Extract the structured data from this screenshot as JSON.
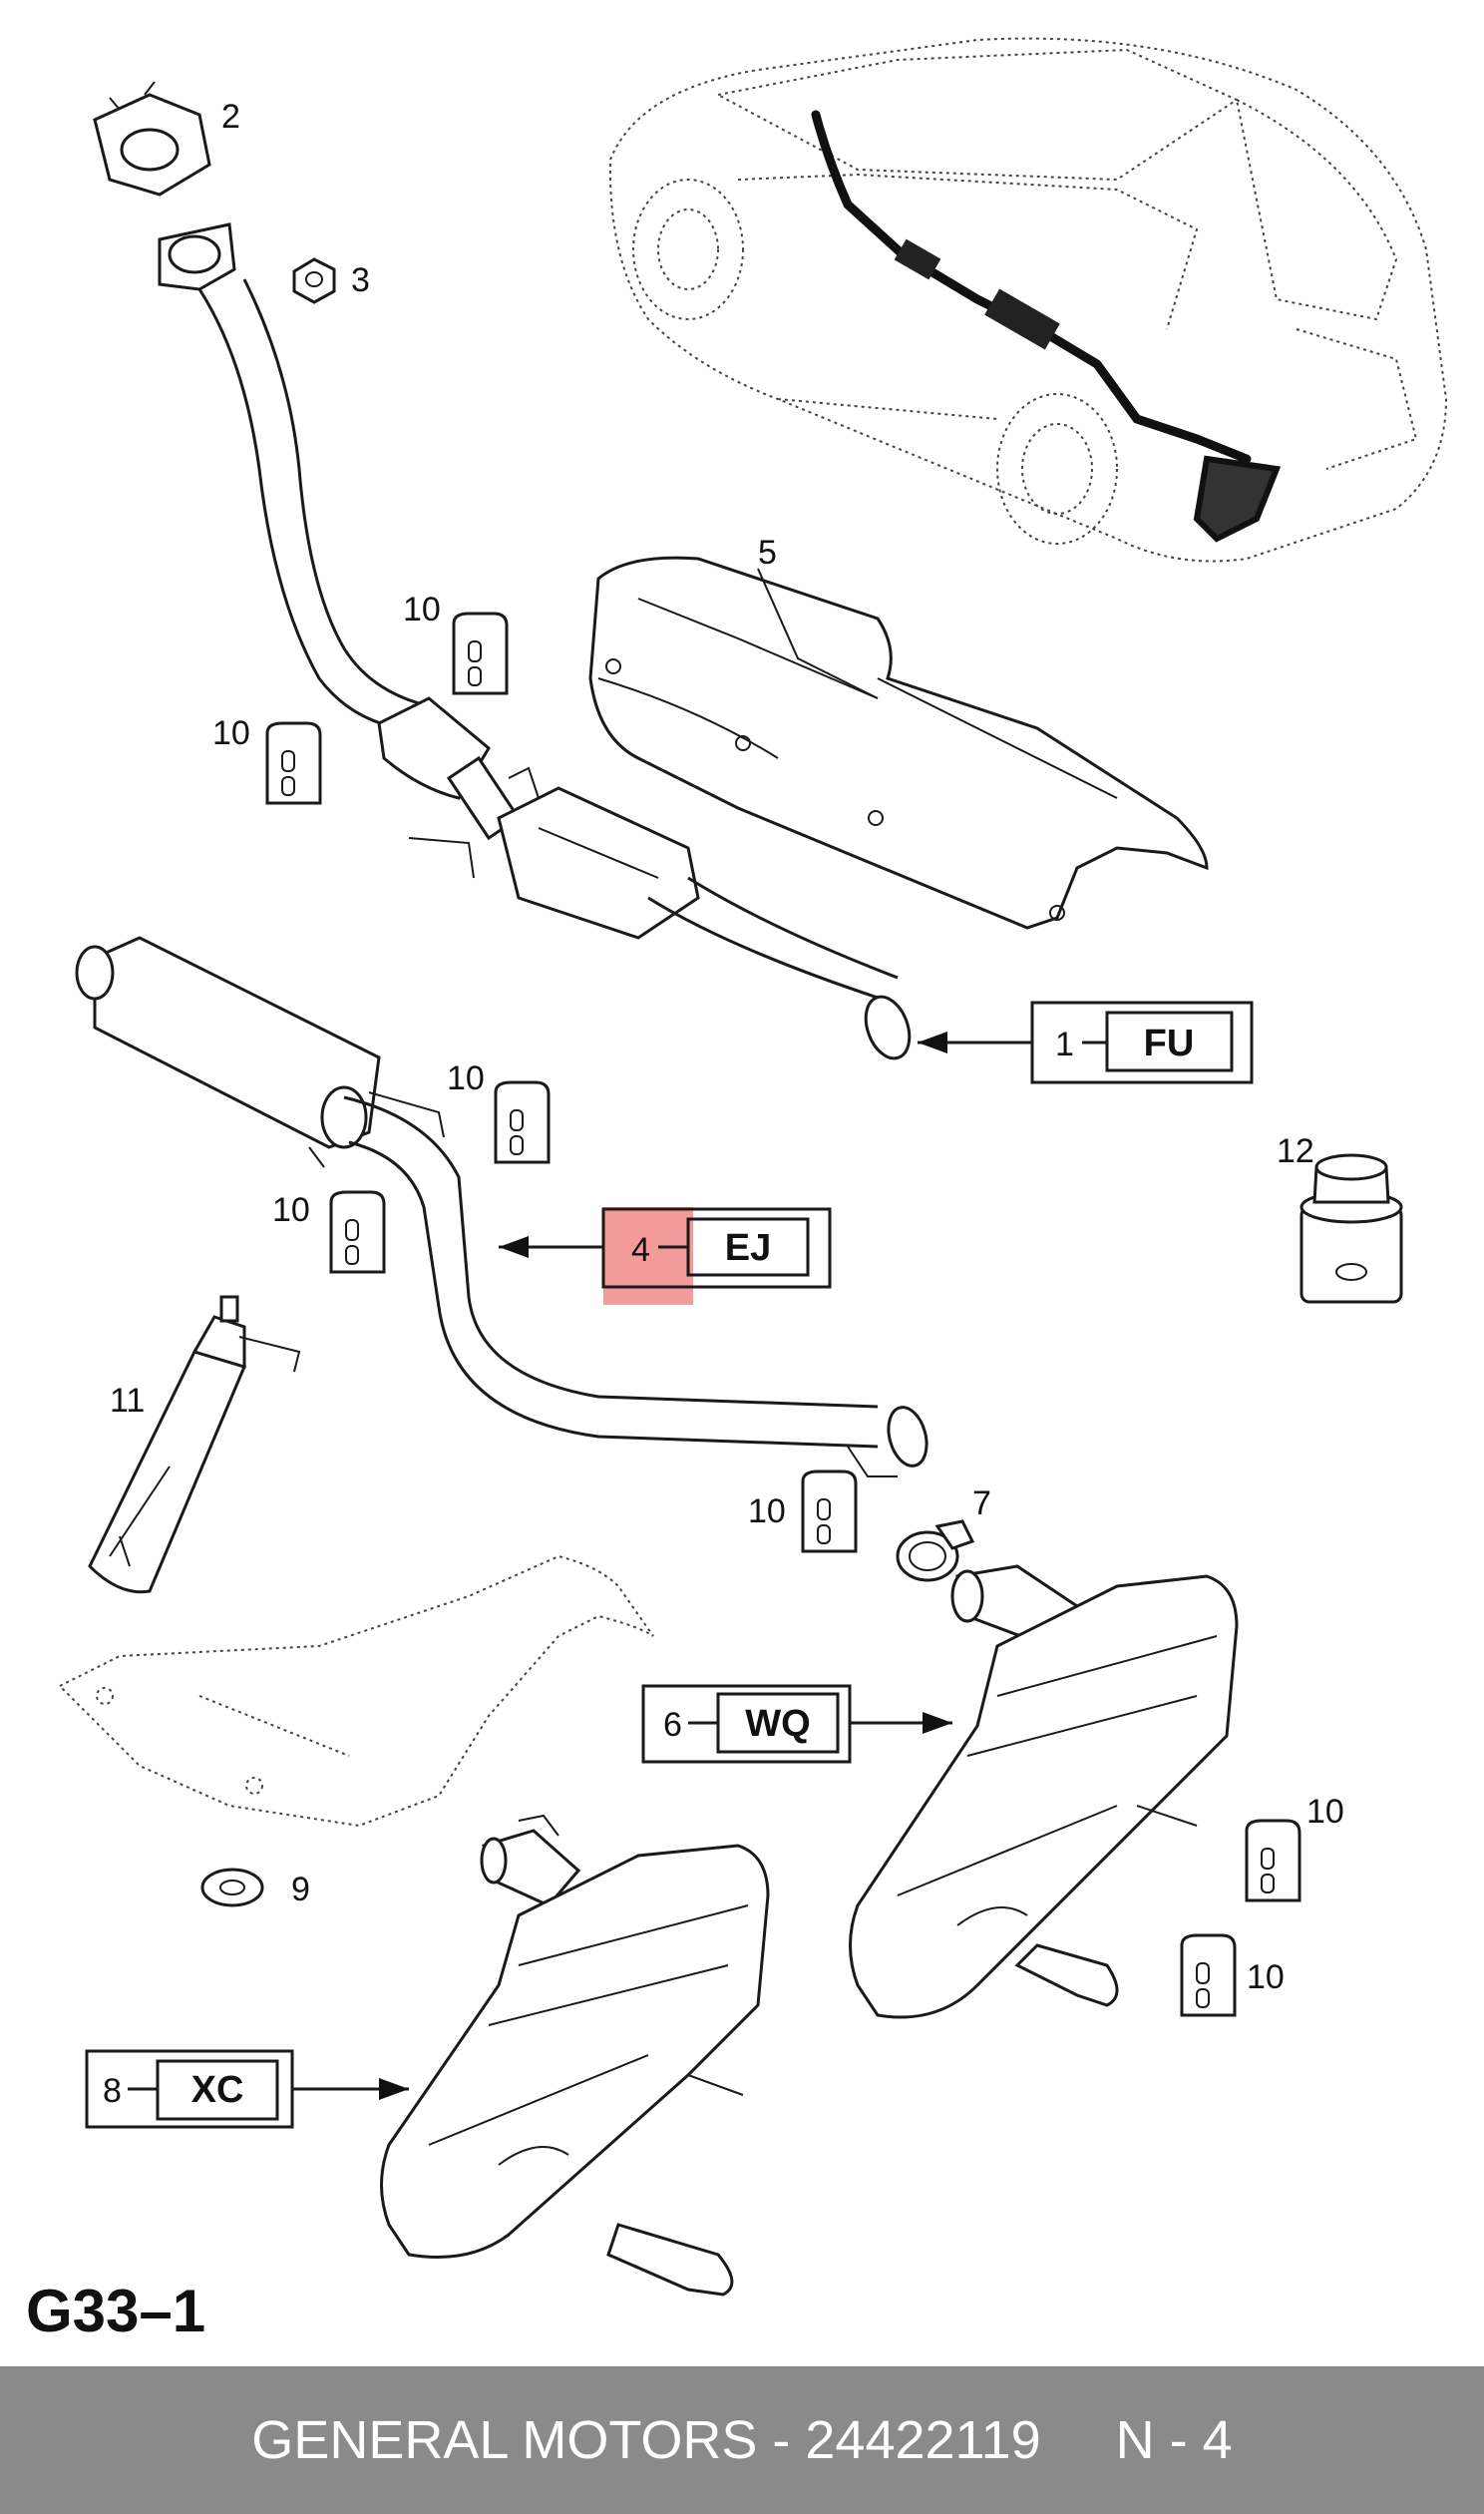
{
  "diagram_title": "G33–1",
  "parts": [
    {
      "number": "1",
      "code": "FU"
    },
    {
      "number": "2"
    },
    {
      "number": "3"
    },
    {
      "number": "4",
      "code": "EJ",
      "highlighted": true
    },
    {
      "number": "5"
    },
    {
      "number": "6",
      "code": "WQ"
    },
    {
      "number": "7"
    },
    {
      "number": "8",
      "code": "XC"
    },
    {
      "number": "9"
    },
    {
      "number": "10"
    },
    {
      "number": "11"
    },
    {
      "number": "12"
    }
  ],
  "colors": {
    "highlight": "#f28b8b",
    "footer_bg": "#8a8a8a",
    "footer_text": "#ffffff"
  },
  "footer": {
    "brand": "GENERAL MOTORS",
    "separator": " - ",
    "part_number": "24422119",
    "gap": "     ",
    "variant": "N - 4"
  }
}
